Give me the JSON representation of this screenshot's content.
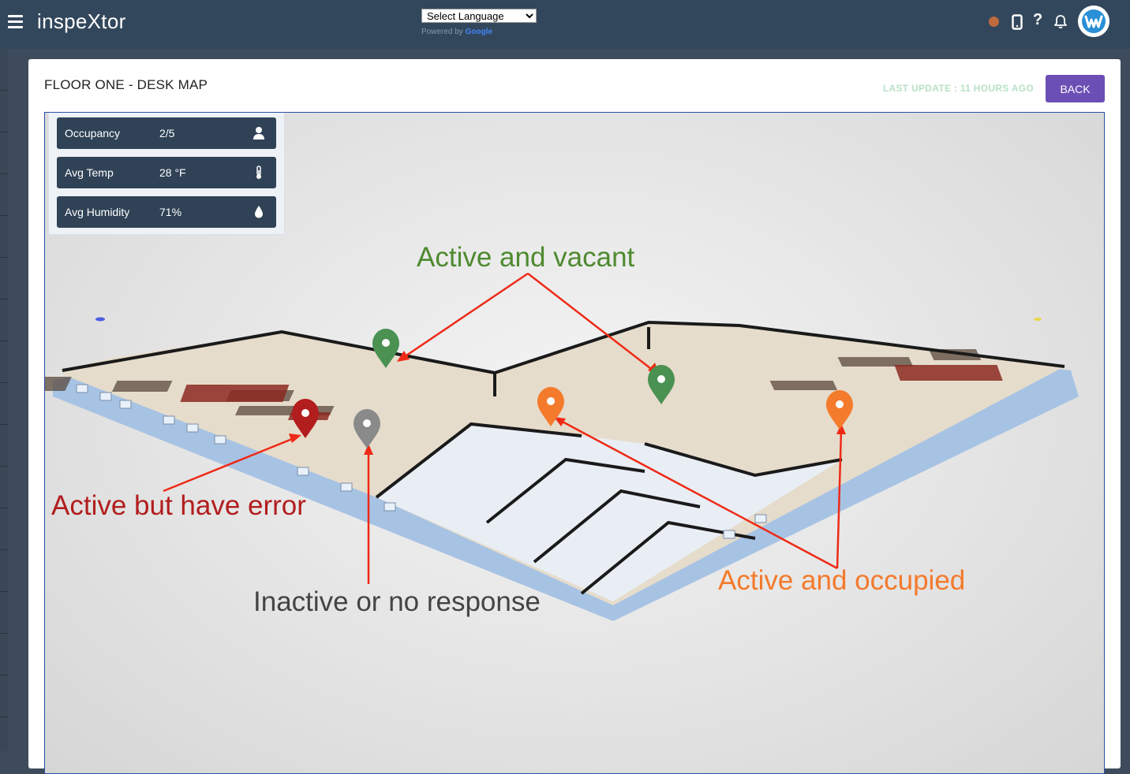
{
  "app": {
    "name": "inspeXtor"
  },
  "header": {
    "language_select": "Select Language",
    "powered_by": "Powered by",
    "google": "Google",
    "help_glyph": "?"
  },
  "icons": [
    "menu-icon",
    "status-dot-icon",
    "phone-icon",
    "help-icon",
    "bell-icon",
    "avatar-logo-icon",
    "person-icon",
    "thermometer-icon",
    "droplet-icon",
    "map-pin-icon"
  ],
  "colors": {
    "topbar": "#33475c",
    "accent": "#6c4fb5",
    "vacant": "#4a9152",
    "occupied": "#f47a2c",
    "error": "#b21d1d",
    "inactive": "#8a8a8a",
    "arrow": "#ee2a16"
  },
  "page": {
    "title": "FLOOR ONE - DESK MAP",
    "last_update": "LAST UPDATE : 11 HOURS AGO",
    "back_label": "BACK"
  },
  "stats": [
    {
      "label": "Occupancy",
      "value": "2/5",
      "icon": "person-icon"
    },
    {
      "label": "Avg Temp",
      "value": "28 °F",
      "icon": "thermometer-icon"
    },
    {
      "label": "Avg Humidity",
      "value": "71%",
      "icon": "droplet-icon"
    }
  ],
  "annotations": {
    "vacant": "Active and vacant",
    "error": "Active but have error",
    "inactive": "Inactive or no response",
    "occupied": "Active and occupied"
  },
  "markers": [
    {
      "status": "vacant"
    },
    {
      "status": "vacant"
    },
    {
      "status": "error"
    },
    {
      "status": "inactive"
    },
    {
      "status": "occupied"
    },
    {
      "status": "occupied"
    }
  ]
}
